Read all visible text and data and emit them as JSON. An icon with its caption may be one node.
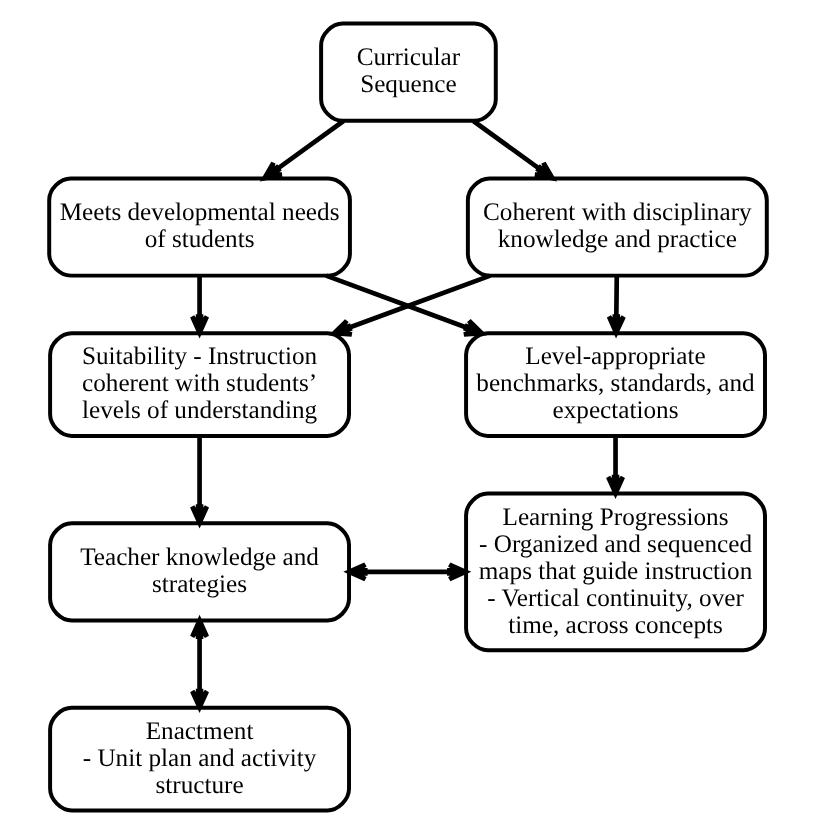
{
  "diagram": {
    "nodes": [
      {
        "text": [
          "Curricular Sequence"
        ]
      },
      {
        "text": [
          "Meets developmental needs of students"
        ]
      },
      {
        "text": [
          "Coherent with disciplinary knowledge and practice"
        ]
      },
      {
        "text": [
          "Suitability - Instruction coherent with students’ levels of understanding"
        ]
      },
      {
        "text": [
          "Level-appropriate benchmarks, standards, and expectations"
        ]
      },
      {
        "text": [
          "Teacher knowledge and strategies"
        ]
      },
      {
        "text": [
          "Learning Progressions",
          "- Organized and sequenced maps that guide instruction",
          "- Vertical continuity, over time, across concepts"
        ]
      },
      {
        "text": [
          "Enactment",
          "- Unit plan and activity structure"
        ]
      }
    ],
    "edges": [
      {
        "from": 0,
        "to": 1,
        "arrow": "to"
      },
      {
        "from": 0,
        "to": 2,
        "arrow": "to"
      },
      {
        "from": 1,
        "to": 3,
        "arrow": "to"
      },
      {
        "from": 1,
        "to": 4,
        "arrow": "to"
      },
      {
        "from": 2,
        "to": 3,
        "arrow": "to"
      },
      {
        "from": 2,
        "to": 4,
        "arrow": "to"
      },
      {
        "from": 3,
        "to": 5,
        "arrow": "to"
      },
      {
        "from": 4,
        "to": 6,
        "arrow": "to"
      },
      {
        "from": 5,
        "to": 6,
        "arrow": "both"
      },
      {
        "from": 5,
        "to": 7,
        "arrow": "both"
      }
    ]
  }
}
